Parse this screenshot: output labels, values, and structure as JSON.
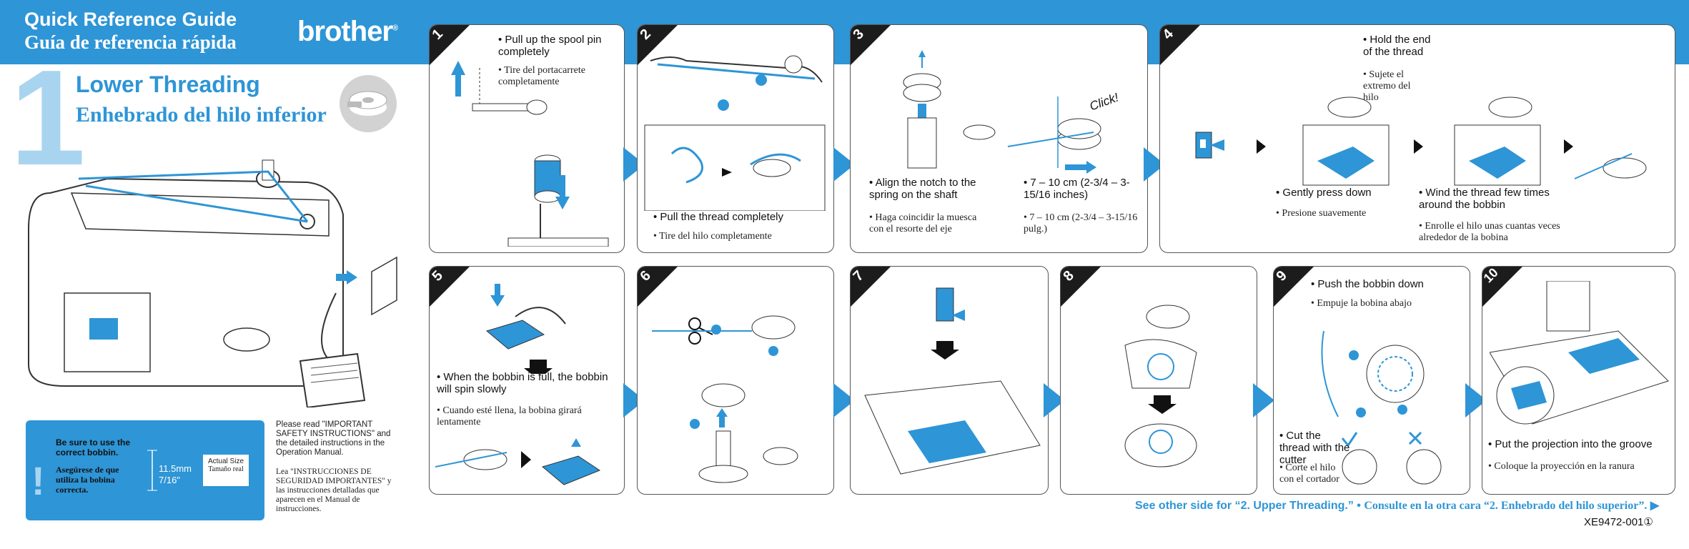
{
  "header": {
    "title_en": "Quick Reference Guide",
    "title_es": "Guía de referencia rápida",
    "brand": "brother"
  },
  "section": {
    "number": "1",
    "title_en": "Lower Threading",
    "title_es": "Enhebrado del hilo inferior"
  },
  "bobbin_note": {
    "warning_en": "Be sure to use the correct bobbin.",
    "warning_es": "Asegúrese de que utiliza la bobina correcta.",
    "size_mm": "11.5mm",
    "size_in": "7/16\"",
    "actual_size_en": "Actual Size",
    "actual_size_es": "Tamaño real"
  },
  "read_note": {
    "en": "Please read \"IMPORTANT SAFETY INSTRUCTIONS\" and the detailed instructions in the Operation Manual.",
    "es": "Lea \"INSTRUCCIONES DE SEGURIDAD IMPORTANTES\" y las instrucciones detalladas que aparecen en el Manual de instrucciones."
  },
  "steps": [
    {
      "num": "1",
      "en": "Pull up the spool pin completely",
      "es": "Tire del portacarrete completamente"
    },
    {
      "num": "2",
      "en": "Pull the thread completely",
      "es": "Tire del hilo completamente"
    },
    {
      "num": "3",
      "en": "Align the notch to the spring on the shaft",
      "es": "Haga coincidir la muesca con el resorte del eje",
      "en2": "7 – 10 cm (2-3/4 – 3-15/16 inches)",
      "es2": "7 – 10 cm (2-3/4 – 3-15/16 pulg.)",
      "click": "Click!"
    },
    {
      "num": "4",
      "en_hold": "Hold the end of the thread",
      "es_hold": "Sujete el extremo del hilo",
      "en": "Gently press down",
      "es": "Presione suavemente",
      "en2": "Wind the thread few times around the bobbin",
      "es2": "Enrolle el hilo unas cuantas veces alrededor de la bobina"
    },
    {
      "num": "5",
      "en": "When the bobbin is full, the bobbin will spin slowly",
      "es": "Cuando esté llena, la bobina girará lentamente"
    },
    {
      "num": "6"
    },
    {
      "num": "7"
    },
    {
      "num": "8"
    },
    {
      "num": "9",
      "en": "Push the bobbin down",
      "es": "Empuje la bobina abajo",
      "en2": "Cut the thread with the cutter",
      "es2": "Corte el hilo con el cortador"
    },
    {
      "num": "10",
      "en": "Put the projection into the groove",
      "es": "Coloque la proyección en la ranura"
    }
  ],
  "footer": {
    "en": "See other side for “2. Upper Threading.” •",
    "es": "Consulte en la otra cara “2. Enhebrado del hilo superior”.",
    "code": "XE9472-001①"
  },
  "colors": {
    "accent": "#2e95d6",
    "light_accent": "#a9d4f0",
    "dark": "#1c1c1c"
  }
}
